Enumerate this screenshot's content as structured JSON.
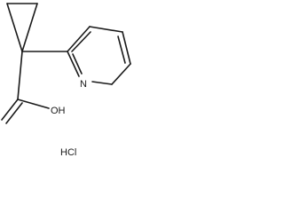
{
  "molecule": {
    "atoms": {
      "nitrogen": "N",
      "hydroxyl": "OH"
    },
    "salt": "HCl"
  }
}
